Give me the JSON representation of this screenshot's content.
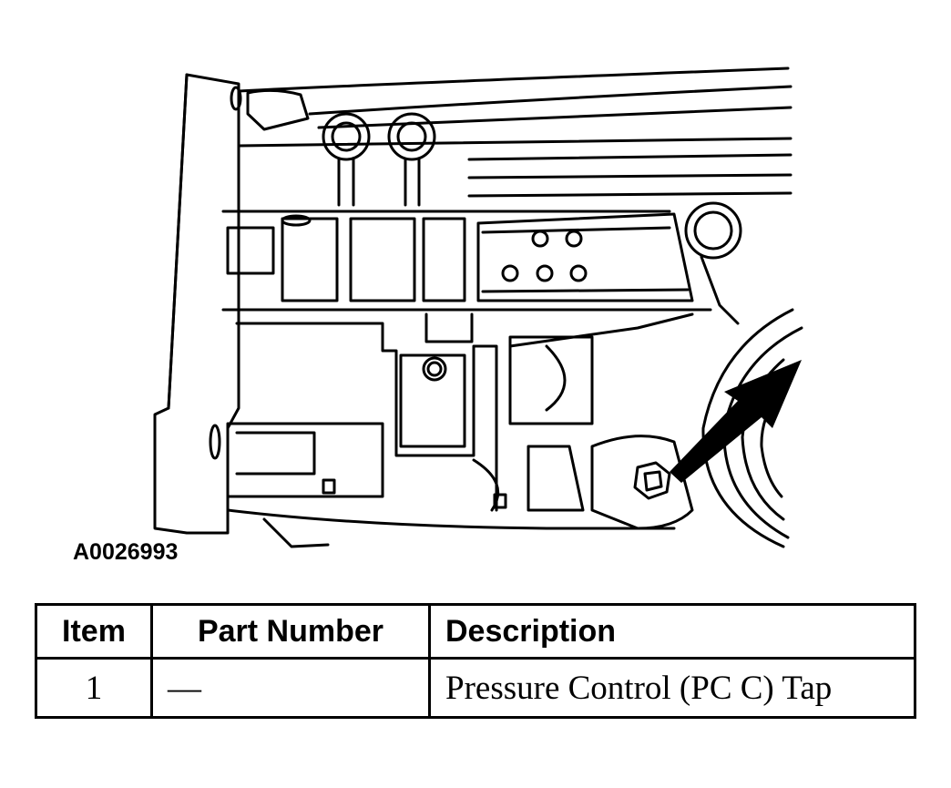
{
  "figure": {
    "id": "A0026993",
    "subject": "transmission-case",
    "callout_icon": "arrow-icon"
  },
  "legend": {
    "headers": {
      "item": "Item",
      "part_number": "Part Number",
      "description": "Description"
    },
    "rows": [
      {
        "item": "1",
        "part_number": "—",
        "description": "Pressure Control (PC C) Tap"
      }
    ]
  }
}
